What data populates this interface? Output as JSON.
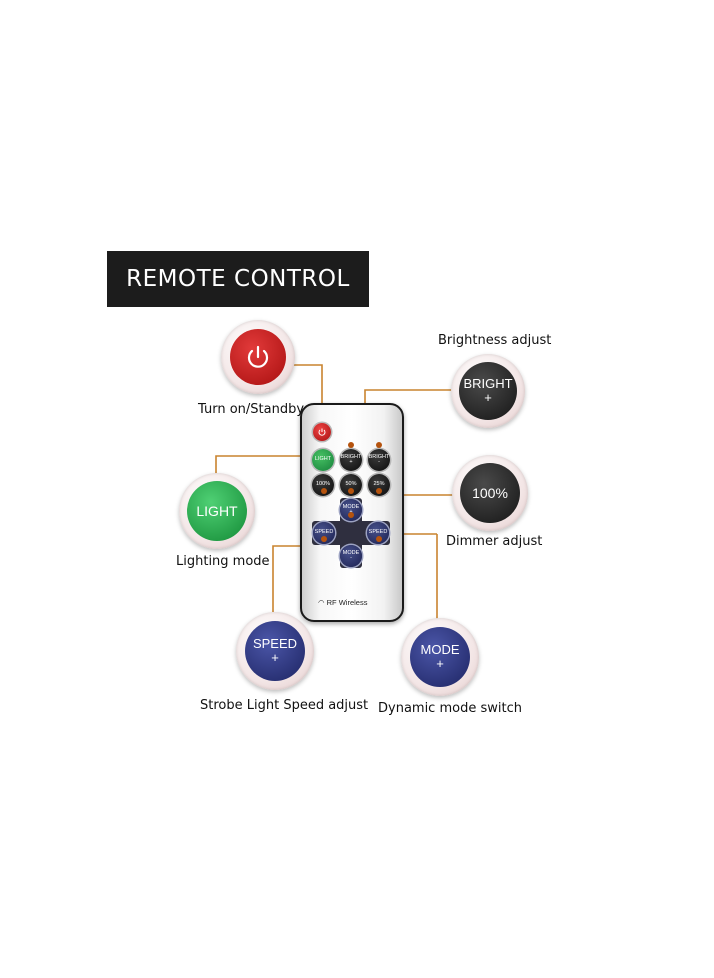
{
  "banner": {
    "title": "REMOTE CONTROL"
  },
  "callouts": {
    "power": {
      "label": "Turn on/Standby",
      "icon": "power-icon",
      "color": "#d41f1f"
    },
    "brightness": {
      "label": "Brightness adjust",
      "line1": "BRIGHT",
      "line2": "+",
      "color": "#262626"
    },
    "light": {
      "label": "Lighting mode",
      "text": "LIGHT",
      "color": "#23a74a"
    },
    "dimmer": {
      "label": "Dimmer adjust",
      "text": "100%",
      "color": "#262626"
    },
    "speed": {
      "label": "Strobe Light Speed adjust",
      "line1": "SPEED",
      "line2": "+",
      "color": "#2b3580"
    },
    "mode": {
      "label": "Dynamic mode switch",
      "line1": "MODE",
      "line2": "+",
      "color": "#2b3580"
    }
  },
  "remote": {
    "top_row": [
      {
        "line1": "LIGHT",
        "line2": "",
        "color": "#2d9a45"
      },
      {
        "line1": "BRIGHT",
        "line2": "+",
        "color": "#111111"
      },
      {
        "line1": "BRIGHT",
        "line2": "-",
        "color": "#111111"
      }
    ],
    "dimmer_row": [
      "100%",
      "50%",
      "25%"
    ],
    "dpad": {
      "up": {
        "line1": "MODE",
        "line2": "+"
      },
      "left": {
        "line1": "SPEED",
        "line2": ""
      },
      "right": {
        "line1": "SPEED",
        "line2": ""
      },
      "down": {
        "line1": "MODE",
        "line2": "-"
      }
    },
    "rf_label": "RF Wireless",
    "wireless_icon": "wifi-icon"
  },
  "colors": {
    "leader_line": "#c9842f"
  }
}
